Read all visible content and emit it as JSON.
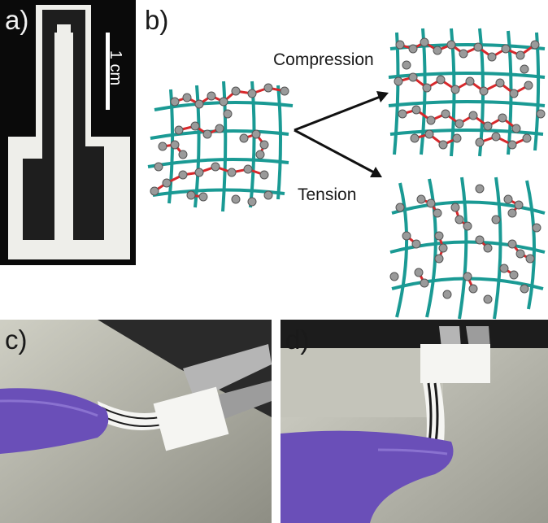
{
  "panels": {
    "a": {
      "label": "a)",
      "scale_bar": "1 cm"
    },
    "b": {
      "label": "b)",
      "compression": "Compression",
      "tension": "Tension"
    },
    "c": {
      "label": "c)"
    },
    "d": {
      "label": "d)"
    }
  },
  "colors": {
    "fiber": "#1a9a94",
    "chain": "#d8282b",
    "particle": "#9a9a9a",
    "glove": "#6a4fb8",
    "ink": "#1c1c1c"
  }
}
